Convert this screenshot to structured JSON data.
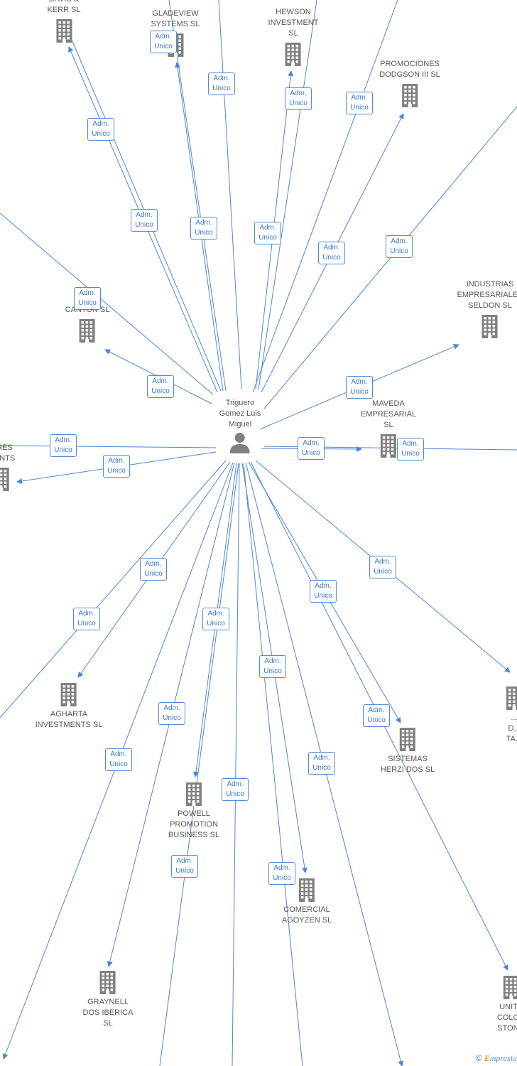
{
  "center": {
    "label": "Triguero\nGomez Luis\nMiguel"
  },
  "role_label": {
    "line1": "Adm.",
    "line2": "Unico"
  },
  "colors": {
    "edge": "#4a86d6",
    "icon": "#808080",
    "text": "#555555"
  },
  "companies": [
    {
      "id": "davis",
      "label": "DAVIS &\nKERR SL"
    },
    {
      "id": "gladeview",
      "label": "GLADEVIEW\nSYSTEMS SL"
    },
    {
      "id": "hewson",
      "label": "HEWSON\nINVESTMENT\nSL"
    },
    {
      "id": "dodgson",
      "label": "PROMOCIONES\nDODGSON III SL"
    },
    {
      "id": "seldon",
      "label": "INDUSTRIAS\nEMPRESARIALES\nSELDON SL"
    },
    {
      "id": "canton",
      "label": "A...\nCANTON SL"
    },
    {
      "id": "maveda",
      "label": "MAVEDA\nEMPRESARIAL\nSL"
    },
    {
      "id": "left-cut",
      "label": "...RES\n...ENTS"
    },
    {
      "id": "agharta",
      "label": "AGHARTA\nINVESTMENTS SL"
    },
    {
      "id": "powell",
      "label": "POWELL\nPROMOTION\nBUSINESS SL"
    },
    {
      "id": "herzi",
      "label": "SISTEMAS\nHERZI DOS SL"
    },
    {
      "id": "right-cut",
      "label": "...\nD...\nTA..."
    },
    {
      "id": "agoyzen",
      "label": "COMERCIAL\nAGOYZEN SL"
    },
    {
      "id": "graynell",
      "label": "GRAYNELL\nDOS IBERICA\nSL"
    },
    {
      "id": "unit",
      "label": "UNIT...\nCOLO...\nSTON..."
    }
  ],
  "footer": {
    "copyright": "©",
    "brand_initial": "E",
    "brand_rest": "mpresia"
  }
}
